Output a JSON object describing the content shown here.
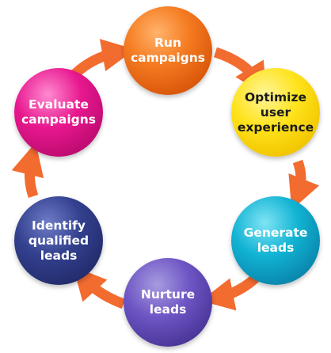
{
  "diagram": {
    "type": "cycle",
    "nodes": [
      {
        "id": "run",
        "label": "Run\ncampaigns",
        "color": "#f57c22"
      },
      {
        "id": "optimize",
        "label": "Optimize\nuser\nexperience",
        "color": "#ffe31c"
      },
      {
        "id": "generate",
        "label": "Generate\nleads",
        "color": "#11b3d3"
      },
      {
        "id": "nurture",
        "label": "Nurture\nleads",
        "color": "#6e55c4"
      },
      {
        "id": "identify",
        "label": "Identify\nqualified\nleads",
        "color": "#33408e"
      },
      {
        "id": "evaluate",
        "label": "Evaluate\ncampaigns",
        "color": "#e8188f"
      }
    ],
    "arrow_color": "#f26b2f",
    "flow": "clockwise"
  }
}
